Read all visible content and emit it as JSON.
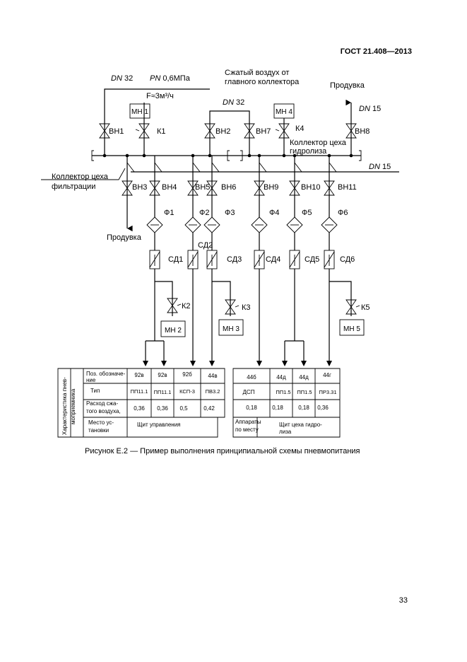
{
  "header": {
    "standard": "ГОСТ 21.408—2013"
  },
  "supply": {
    "dn_label": "DN",
    "dn_value": "32",
    "pn_label": "PN",
    "pn_value": "0,6МПа",
    "source_line1": "Сжатый воздух от",
    "source_line2": "главного коллектора",
    "flow": "F≈3м³/ч"
  },
  "branch_dn": {
    "dn_label": "DN",
    "dn_value": "32"
  },
  "purge_right": {
    "label": "Продувка",
    "dn_label": "DN",
    "dn_value": "15"
  },
  "collector_hydrolysis": {
    "line1": "Коллектор цеха",
    "line2": "гидролиза"
  },
  "collector_filtration": {
    "line1": "Коллектор цеха",
    "line2": "фильтрации"
  },
  "main_dn": {
    "dn_label": "DN",
    "dn_value": "15"
  },
  "purge_left": {
    "label": "Продувка"
  },
  "valves": {
    "vn1": "ВН1",
    "vn2": "ВН2",
    "vn3": "ВН3",
    "vn4": "ВН4",
    "vn5": "ВН5",
    "vn6": "ВН6",
    "vn7": "ВН7",
    "vn8": "ВН8",
    "vn9": "ВН9",
    "vn10": "ВН10",
    "vn11": "ВН11",
    "k1": "К1",
    "k2": "К2",
    "k3": "К3",
    "k4": "К4",
    "k5": "К5"
  },
  "gauges": {
    "mn1": "МН 1",
    "mn2": "МН 2",
    "mn3": "МН 3",
    "mn4": "МН 4",
    "mn5": "МН 5"
  },
  "filters": {
    "f1": "Ф1",
    "f2": "Ф2",
    "f3": "Ф3",
    "f4": "Ф4",
    "f5": "Ф5",
    "f6": "Ф6"
  },
  "reducers": {
    "sd1": "СД1",
    "sd2": "СД2",
    "sd3": "СД3",
    "sd4": "СД4",
    "sd5": "СД5",
    "sd6": "СД6"
  },
  "table": {
    "side_label_1": "Характеристика пнев-",
    "side_label_2": "моприемника",
    "row_pos_1": "Поз. обозначе-",
    "row_pos_2": "ние",
    "row_type": "Тип",
    "row_flow_1": "Расход сжа-",
    "row_flow_2": "того воздуха,",
    "row_place_1": "Место ус-",
    "row_place_2": "тановки",
    "left_positions": [
      "92в",
      "92в",
      "92б",
      "44в"
    ],
    "left_types": [
      "ПП11.1",
      "ПП11.1",
      "КСП-3",
      "ПВ3.2"
    ],
    "left_flows": [
      "0,36",
      "0,36",
      "0,5",
      "0,42"
    ],
    "left_place": "Щит управления",
    "right_positions": [
      "44б",
      "44д",
      "44д",
      "44г"
    ],
    "right_types": [
      "ДСП",
      "ПП1.5",
      "ПП1.5",
      "ПР3.31"
    ],
    "right_flows": [
      "0,18",
      "0,18",
      "0,18",
      "0,36"
    ],
    "right_place_a_1": "Аппараты",
    "right_place_a_2": "по месту",
    "right_place_b_1": "Щит цеха гидро-",
    "right_place_b_2": "лиза"
  },
  "caption": "Рисунок Е.2 — Пример выполнения принципиальной схемы пневмопитания",
  "page_number": "33"
}
